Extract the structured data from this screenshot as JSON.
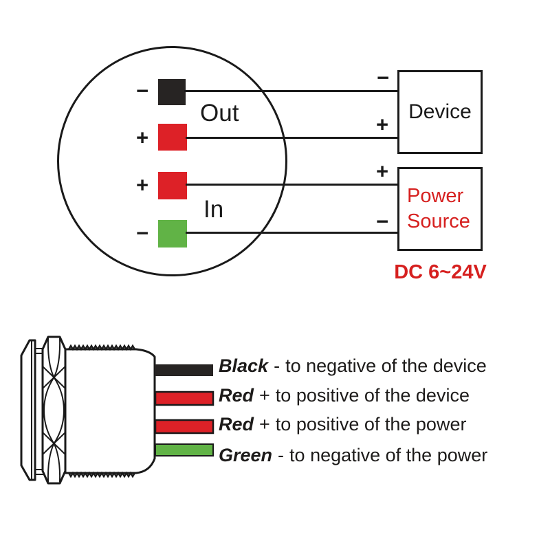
{
  "colors": {
    "red": "#dd2127",
    "green": "#61b346",
    "black": "#272423",
    "stroke": "#1a1a1a",
    "red_text": "#d6201f"
  },
  "top": {
    "out_label": "Out",
    "in_label": "In",
    "terminals": [
      {
        "sign": "−"
      },
      {
        "sign": "+"
      },
      {
        "sign": "+"
      },
      {
        "sign": "−"
      }
    ],
    "device_box": {
      "label": "Device",
      "neg_sign": "−",
      "pos_sign": "+"
    },
    "power_box": {
      "line1": "Power",
      "line2": "Source",
      "pos_sign": "+",
      "neg_sign": "−",
      "voltage": "DC 6~24V"
    }
  },
  "legend": [
    {
      "name": "Black",
      "sign": "-",
      "desc": "to negative of the device"
    },
    {
      "name": "Red",
      "sign": "+",
      "desc": "to positive of the device"
    },
    {
      "name": "Red",
      "sign": "+",
      "desc": "to positive of the power"
    },
    {
      "name": "Green",
      "sign": "-",
      "desc": "to negative of the power"
    }
  ]
}
